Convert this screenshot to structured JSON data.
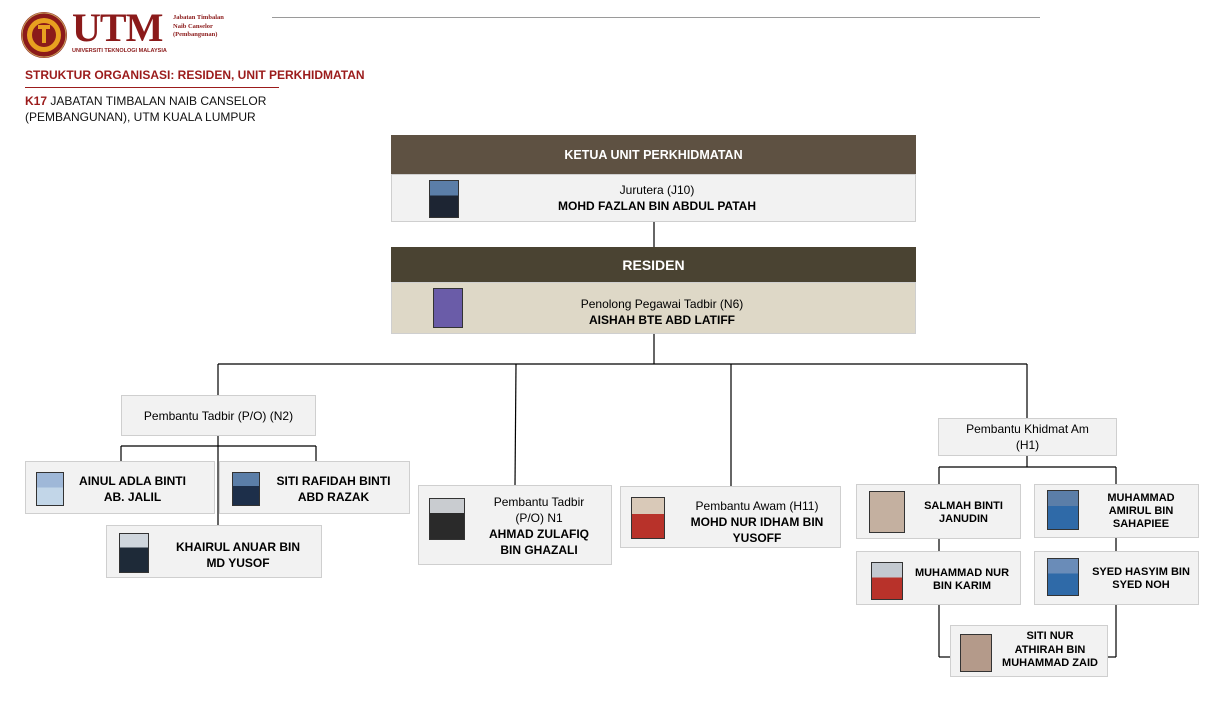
{
  "header": {
    "logo_text": "UTM",
    "logo_subtext": "UNIVERSITI TEKNOLOGI MALAYSIA",
    "dept_line1": "Jabatan Timbalan",
    "dept_line2": "Naib Canselor",
    "dept_line3": "(Pembangunan)"
  },
  "title": "STRUKTUR ORGANISASI: RESIDEN, UNIT PERKHIDMATAN",
  "subtitle": {
    "code": "K17",
    "line1": " JABATAN TIMBALAN NAIB CANSELOR",
    "line2": "(PEMBANGUNAN), UTM KUALA LUMPUR"
  },
  "colors": {
    "accent": "#9b1b1b",
    "header_bar_1": "#5e5142",
    "header_bar_2": "#4a4332",
    "card": "#f2f2f2",
    "card_beige": "#ded8c7"
  },
  "head": {
    "section": "KETUA UNIT PERKHIDMATAN",
    "role": "Jurutera (J10)",
    "name": "MOHD FAZLAN BIN ABDUL PATAH"
  },
  "resident": {
    "section": "RESIDEN",
    "role": "Penolong Pegawai Tadbir (N6)",
    "name": "AISHAH BTE ABD LATIFF"
  },
  "groups": {
    "admin_label": "Pembantu Tadbir (P/O) (N2)",
    "general_label_1": "Pembantu Khidmat Am",
    "general_label_2": "(H1)"
  },
  "staff": {
    "ainul_1": "AINUL ADLA BINTI",
    "ainul_2": "AB. JALIL",
    "siti_r_1": "SITI RAFIDAH BINTI",
    "siti_r_2": "ABD RAZAK",
    "khairul_1": "KHAIRUL ANUAR BIN",
    "khairul_2": "MD YUSOF",
    "ahmad_role_1": "Pembantu Tadbir",
    "ahmad_role_2": "(P/O) N1",
    "ahmad_1": "AHMAD ZULAFIQ",
    "ahmad_2": "BIN GHAZALI",
    "idham_role": "Pembantu Awam (H11)",
    "idham_1": "MOHD NUR IDHAM BIN",
    "idham_2": "YUSOFF",
    "salmah_1": "SALMAH BINTI",
    "salmah_2": "JANUDIN",
    "amirul_1": "MUHAMMAD",
    "amirul_2": "AMIRUL BIN",
    "amirul_3": "SAHAPIEE",
    "karim_1": "MUHAMMAD NUR",
    "karim_2": "BIN KARIM",
    "hasyim_1": "SYED HASYIM BIN",
    "hasyim_2": "SYED NOH",
    "athirah_1": "SITI NUR",
    "athirah_2": "ATHIRAH BIN",
    "athirah_3": "MUHAMMAD ZAID"
  }
}
